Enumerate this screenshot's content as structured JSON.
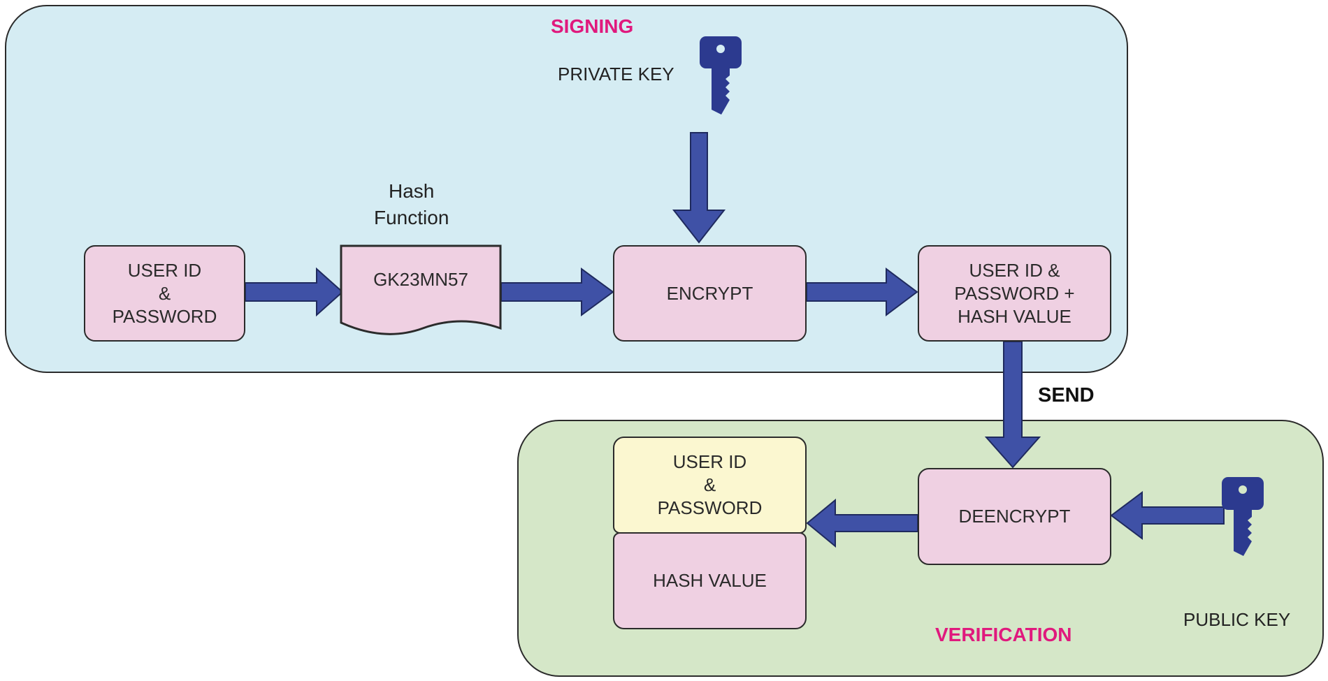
{
  "signing": {
    "title": "SIGNING",
    "private_key_label": "PRIVATE KEY",
    "hash_function_label": "Hash\nFunction",
    "user_credentials": "USER ID\n&\nPASSWORD",
    "hash_document": "GK23MN57",
    "encrypt": "ENCRYPT",
    "output": "USER ID &\nPASSWORD  +\nHASH VALUE"
  },
  "send_label": "SEND",
  "verification": {
    "title": "VERIFICATION",
    "decrypt": "DEENCRYPT",
    "public_key_label": "PUBLIC KEY",
    "recovered_credentials": "USER ID\n&\nPASSWORD",
    "recovered_hash": "HASH VALUE"
  },
  "colors": {
    "signing_bg": "#d5ecf3",
    "verification_bg": "#d5e7c8",
    "box_pink": "#efd0e2",
    "box_yellow": "#fbf7d0",
    "arrow_blue": "#3f51a6",
    "key_blue": "#2c3a8f",
    "title_magenta": "#e0197d"
  },
  "icons": {
    "private_key": "key-icon",
    "public_key": "key-icon"
  }
}
